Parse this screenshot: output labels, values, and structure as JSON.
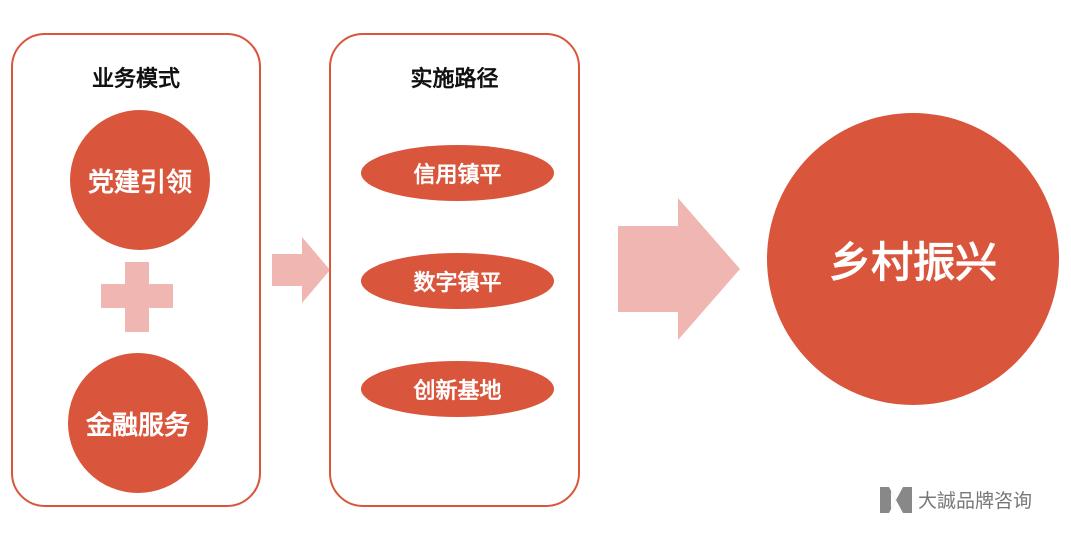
{
  "colors": {
    "accent": "#d9553b",
    "arrow": "#f0b6b1",
    "text_dark": "#111111",
    "watermark": "#777777"
  },
  "panel_left": {
    "title": "业务模式",
    "top_circle": "党建引领",
    "bottom_circle": "金融服务"
  },
  "panel_middle": {
    "title": "实施路径",
    "items": [
      "信用镇平",
      "数字镇平",
      "创新基地"
    ]
  },
  "result": {
    "label": "乡村振兴"
  },
  "watermark": {
    "text": "大誠品牌咨询",
    "icon": "dc-logo-icon"
  }
}
